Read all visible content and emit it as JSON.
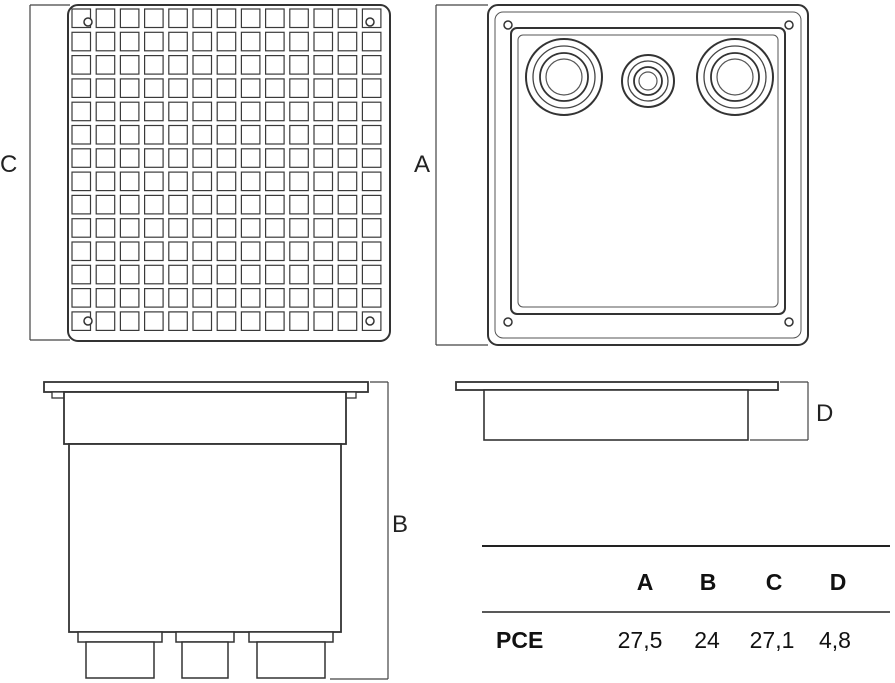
{
  "dimension_labels": {
    "a": "A",
    "b": "B",
    "c": "C",
    "d": "D"
  },
  "table": {
    "headers": [
      "A",
      "B",
      "C",
      "D"
    ],
    "rows": [
      {
        "name": "PCE",
        "values": [
          "27,5",
          "24",
          "27,1",
          "4,8"
        ]
      }
    ]
  },
  "colors": {
    "line": "#3a3a3a",
    "background": "#ffffff"
  }
}
